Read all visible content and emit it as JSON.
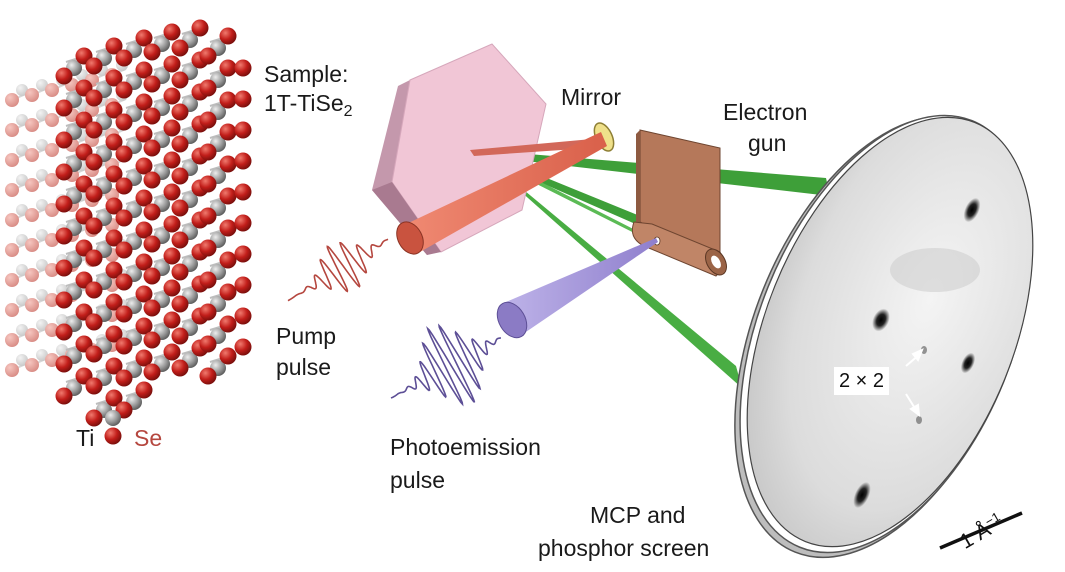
{
  "labels": {
    "sample_title": "Sample:",
    "sample_material": "1T-TiSe",
    "sample_subscript": "2",
    "mirror": "Mirror",
    "electron_gun_line1": "Electron",
    "electron_gun_line2": "gun",
    "pump_line1": "Pump",
    "pump_line2": "pulse",
    "photoemission_line1": "Photoemission",
    "photoemission_line2": "pulse",
    "screen_line1": "MCP and",
    "screen_line2": "phosphor screen",
    "ti": "Ti",
    "se": "Se",
    "superstructure": "2 × 2",
    "scale_value": "1 Å",
    "scale_exponent": "−1"
  },
  "colors": {
    "se_atom": "#c0201c",
    "ti_atom": "#8e8e8e",
    "pump_beam": "#e0705a",
    "photoemission_beam": "#a394d6",
    "electron_beam": "#4fb54a",
    "sample_holder": "#eebfcf",
    "electron_gun_body": "#b77c58",
    "mirror": "#efe08a",
    "screen_background": "#ececec"
  }
}
